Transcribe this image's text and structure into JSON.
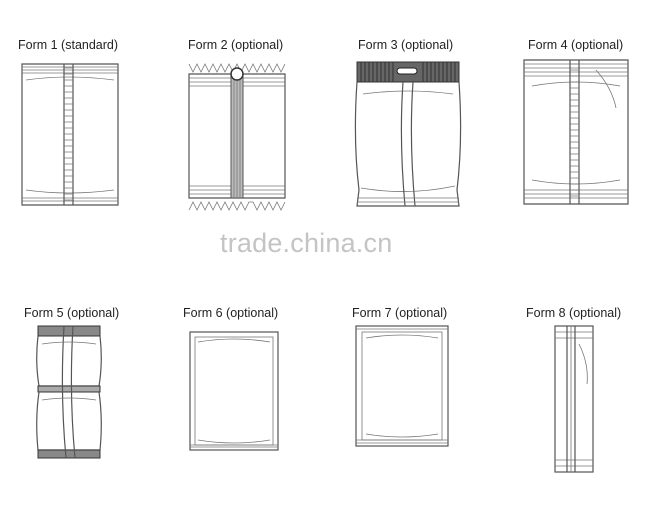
{
  "forms": [
    {
      "label": "Form 1 (standard)"
    },
    {
      "label": "Form 2 (optional)"
    },
    {
      "label": "Form 3 (optional)"
    },
    {
      "label": "Form 4 (optional)"
    },
    {
      "label": "Form 5 (optional)"
    },
    {
      "label": "Form 6 (optional)"
    },
    {
      "label": "Form 7 (optional)"
    },
    {
      "label": "Form 8 (optional)"
    }
  ],
  "watermark": "trade.china.cn"
}
